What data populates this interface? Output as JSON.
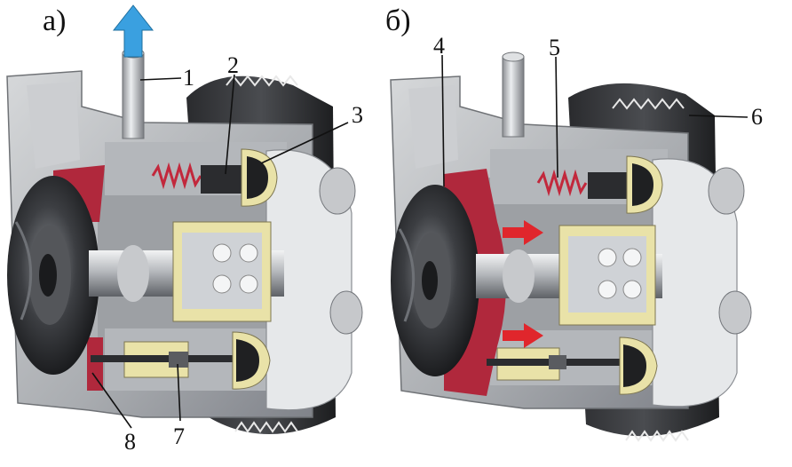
{
  "panels": [
    {
      "id": "a",
      "label": "а)"
    },
    {
      "id": "b",
      "label": "б)"
    }
  ],
  "callouts": [
    "1",
    "2",
    "3",
    "4",
    "5",
    "6",
    "7",
    "8"
  ],
  "colors": {
    "housing": "#b9bcbf",
    "housing_dark": "#6f7276",
    "seal_red": "#b0283c",
    "insulator": "#e9e2a8",
    "metal_light": "#e6e8ea",
    "flow_arrow_blue": "#3aa0e0",
    "flow_arrow_red": "#e0262c"
  }
}
